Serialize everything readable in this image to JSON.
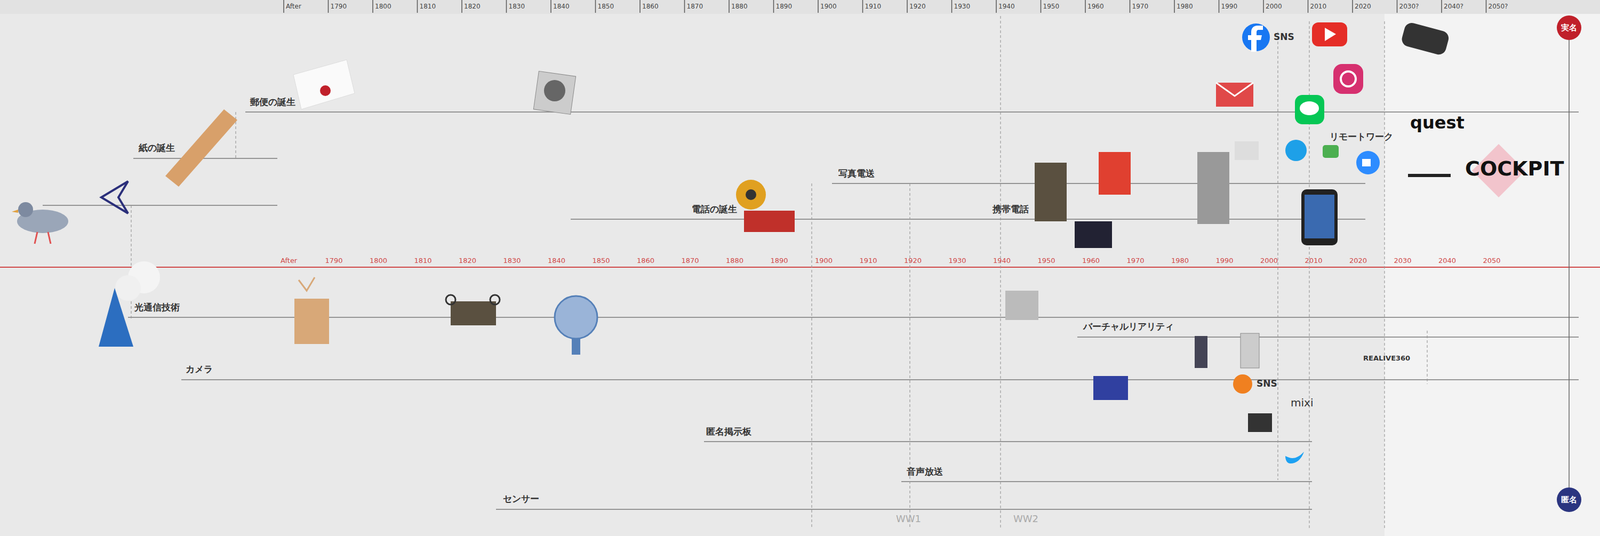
{
  "diagram": {
    "nodes": [
      {
        "text": [
          "実名"
        ]
      },
      {
        "text": [
          "匿名"
        ]
      }
    ],
    "edges": [
      {
        "from": 0,
        "to": 1,
        "arrow": "none"
      }
    ],
    "labels": [
      "After",
      "1790",
      "1800",
      "1810",
      "1820",
      "1830",
      "1840",
      "1850",
      "1860",
      "1870",
      "1880",
      "1890",
      "1900",
      "1910",
      "1920",
      "1930",
      "1940",
      "1950",
      "1960",
      "1970",
      "1980",
      "1990",
      "2000",
      "2010",
      "2020",
      "2030?",
      "2040?",
      "2050?",
      "After",
      "1790",
      "1800",
      "1810",
      "1820",
      "1830",
      "1840",
      "1850",
      "1860",
      "1870",
      "1880",
      "1890",
      "1900",
      "1910",
      "1920",
      "1930",
      "1940",
      "1950",
      "1960",
      "1970",
      "1980",
      "1990",
      "2000",
      "2010",
      "2020",
      "2030",
      "2040",
      "2050",
      "紙の誕生",
      "郵便の誕生",
      "電話の誕生",
      "写真電送",
      "携帯電話",
      "光通信技術",
      "カメラ",
      "バーチャルリアリティ",
      "匿名掲示板",
      "音声放送",
      "センサー",
      "SNS",
      "SNS",
      "リモートワーク",
      "quest",
      "COCKPIT",
      "mixi",
      "REALIVE360",
      "WW1",
      "WW2"
    ]
  }
}
